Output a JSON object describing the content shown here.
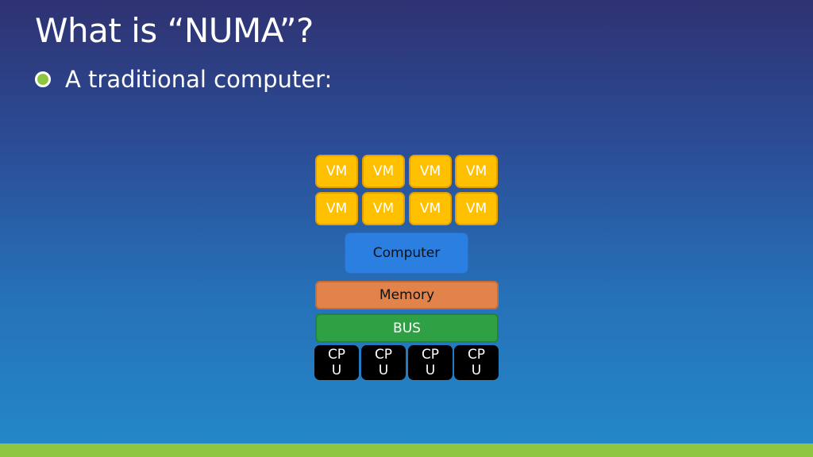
{
  "slide": {
    "title": "What is “NUMA”?",
    "bullet": "A traditional computer:"
  },
  "diagram": {
    "vm_label": "VM",
    "computer_label": "Computer",
    "memory_label": "Memory",
    "bus_label": "BUS",
    "cpu_label": "CPU"
  },
  "colors": {
    "vm": "#ffc000",
    "computer": "#2b7fe0",
    "memory": "#e1834a",
    "bus": "#2fa043",
    "cpu": "#000000",
    "accent": "#8dc63f"
  }
}
